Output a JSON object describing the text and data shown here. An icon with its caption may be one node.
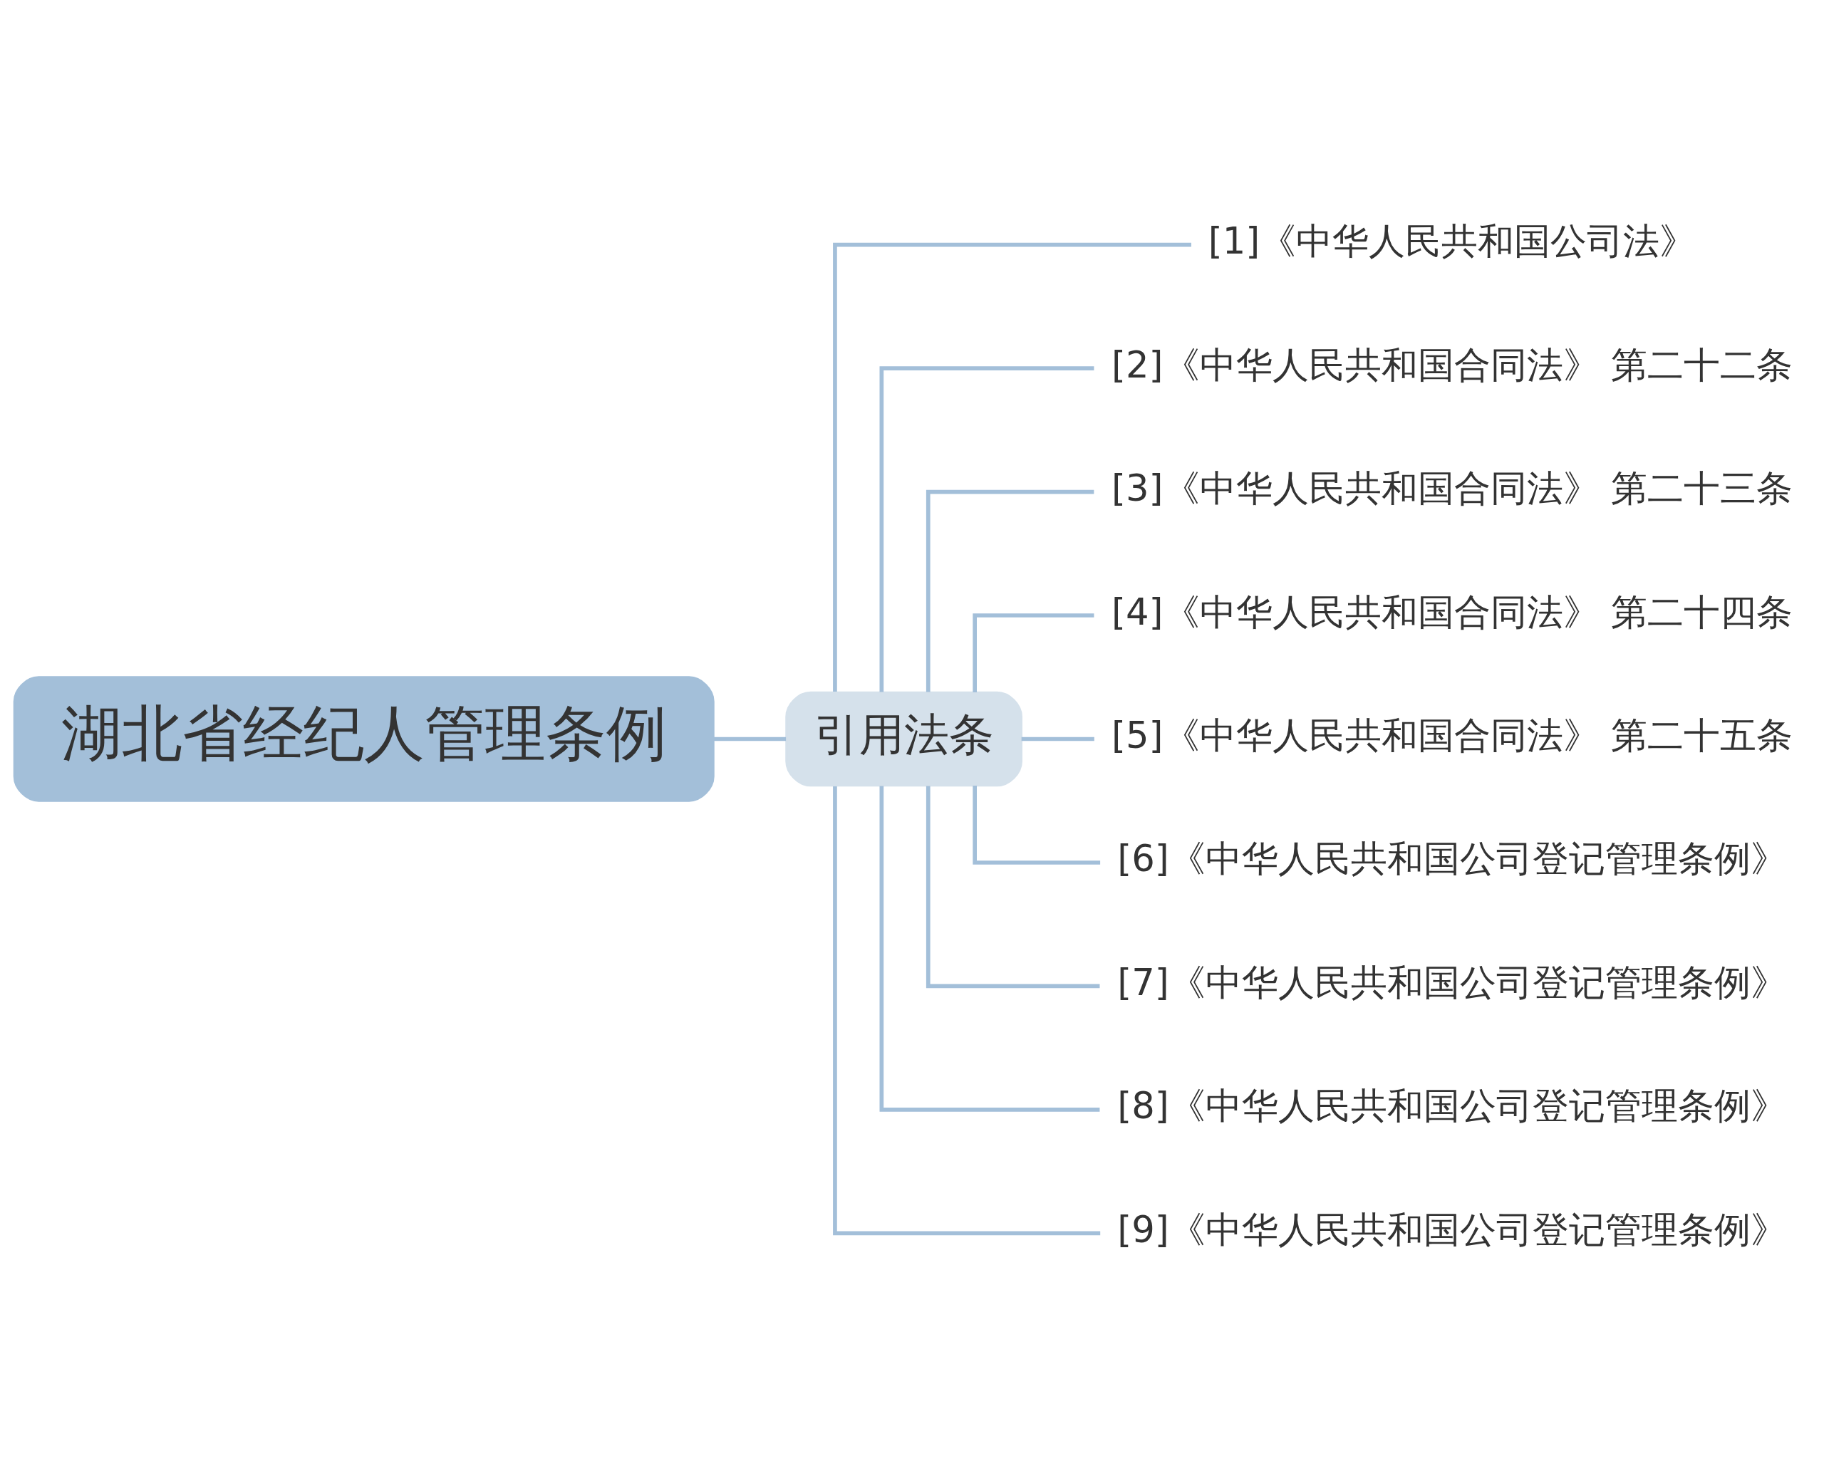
{
  "diagram": {
    "nodes": [
      {
        "text": [
          "湖北省经纪人管理条例"
        ]
      },
      {
        "text": [
          "引用法条"
        ]
      },
      {
        "text": [
          "[1]《中华人民共和国公司法》"
        ]
      },
      {
        "text": [
          "[2]《中华人民共和国合同法》 第二十二条"
        ]
      },
      {
        "text": [
          "[3]《中华人民共和国合同法》 第二十三条"
        ]
      },
      {
        "text": [
          "[4]《中华人民共和国合同法》 第二十四条"
        ]
      },
      {
        "text": [
          "[5]《中华人民共和国合同法》 第二十五条"
        ]
      },
      {
        "text": [
          "[6]《中华人民共和国公司登记管理条例》"
        ]
      },
      {
        "text": [
          "[7]《中华人民共和国公司登记管理条例》"
        ]
      },
      {
        "text": [
          "[8]《中华人民共和国公司登记管理条例》"
        ]
      },
      {
        "text": [
          "[9]《中华人民共和国公司登记管理条例》"
        ]
      }
    ],
    "edges": [
      {
        "from": 0,
        "to": 1,
        "arrow": "none"
      },
      {
        "from": 1,
        "to": 2,
        "arrow": "none"
      },
      {
        "from": 1,
        "to": 3,
        "arrow": "none"
      },
      {
        "from": 1,
        "to": 4,
        "arrow": "none"
      },
      {
        "from": 1,
        "to": 5,
        "arrow": "none"
      },
      {
        "from": 1,
        "to": 6,
        "arrow": "none"
      },
      {
        "from": 1,
        "to": 7,
        "arrow": "none"
      },
      {
        "from": 1,
        "to": 8,
        "arrow": "none"
      },
      {
        "from": 1,
        "to": 9,
        "arrow": "none"
      },
      {
        "from": 1,
        "to": 10,
        "arrow": "none"
      }
    ]
  }
}
